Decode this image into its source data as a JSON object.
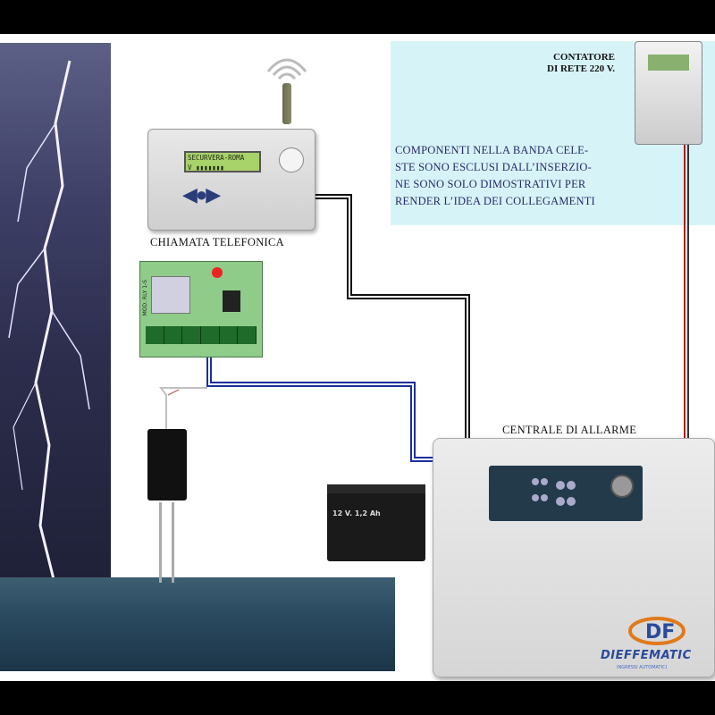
{
  "labels": {
    "phone_caption": "CHIAMATA TELEFONICA",
    "panel_caption": "CENTRALE DI ALLARME",
    "meter_caption_line1": "CONTATORE",
    "meter_caption_line2": "DI RETE 220 V."
  },
  "note": {
    "lines": [
      "COMPONENTI NELLA BANDA CELE-",
      "STE SONO ESCLUSI DALL’INSERZIO-",
      "NE SONO SOLO DIMOSTRATIVI PER",
      "RENDER L’IDEA DEI COLLEGAMENTI"
    ]
  },
  "phone_display": {
    "line1": "SECURVERA-ROMA",
    "line2": "V ▮▮▮▮▮▮▮"
  },
  "relay": {
    "model": "MOD. RLY 1-S"
  },
  "battery": {
    "label": "12 V. 1,2 Ah"
  },
  "brand": {
    "name": "DIEFFEMATIC",
    "tagline": "INGRESSI AUTOMATICI"
  },
  "colors": {
    "band": "#d6f4f8",
    "wire_blue": "#1b2f9a",
    "wire_black": "#111111",
    "wire_red": "#b11e1e",
    "note_text": "#2a2a6a"
  }
}
